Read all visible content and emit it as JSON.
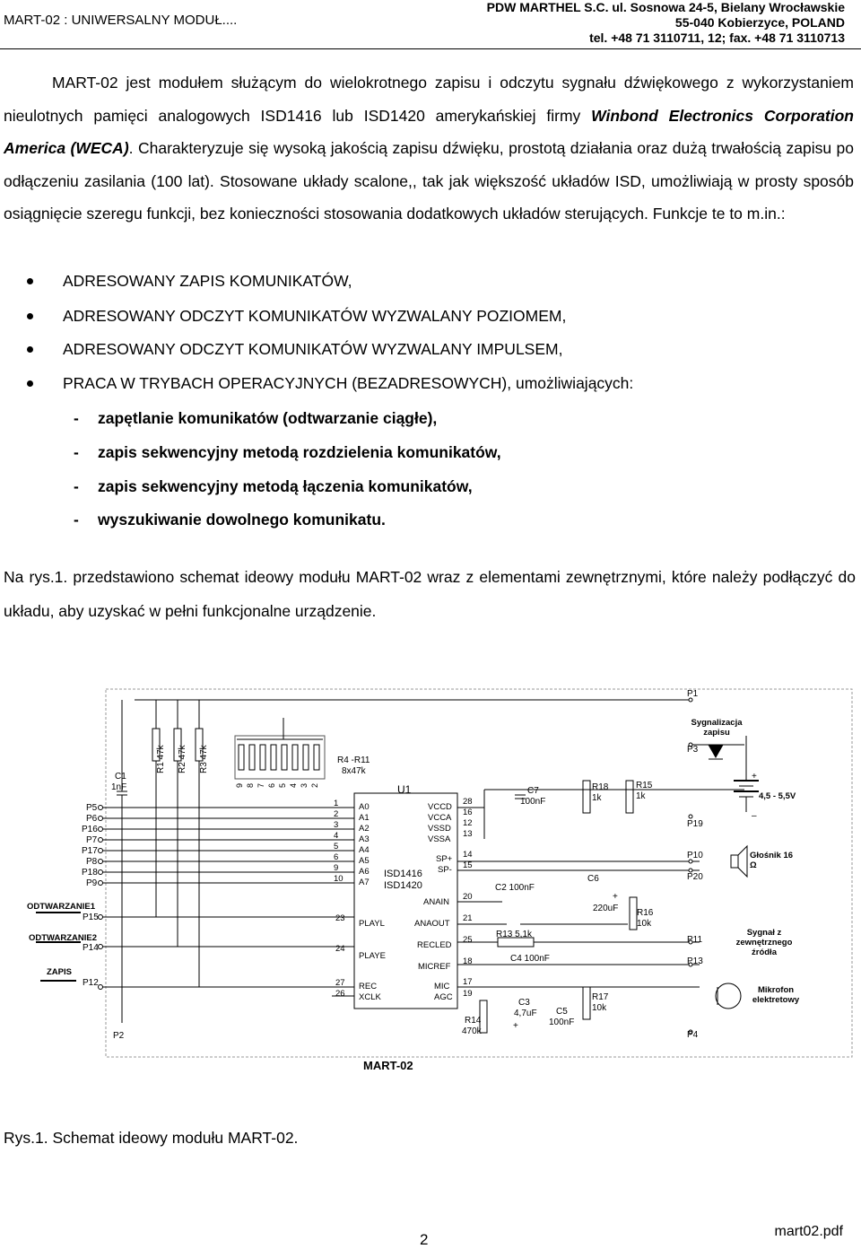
{
  "header": {
    "left": "MART-02 : UNIWERSALNY MODUŁ....",
    "right_line1": "PDW  MARTHEL S.C.  ul. Sosnowa 24-5,  Bielany Wrocławskie",
    "right_line2": "55-040 Kobierzyce, POLAND",
    "right_line3": "tel. +48 71 3110711, 12;  fax. +48 71 3110713"
  },
  "intro": {
    "part1": "MART-02 jest modułem służącym do wielokrotnego zapisu i odczytu sygnału dźwiękowego z wykorzystaniem nieulotnych pamięci analogowych ISD1416 lub ISD1420 amerykańskiej firmy ",
    "company": "Winbond Electronics Corporation America (WECA)",
    "part2": ". Charakteryzuje się wysoką jakością zapisu dźwięku, prostotą działania oraz dużą trwałością zapisu po odłączeniu zasilania (100 lat). Stosowane układy scalone,, tak jak większość układów ISD, umożliwiają w prosty sposób osiągnięcie szeregu funkcji, bez konieczności stosowania dodatkowych układów sterujących. Funkcje te to m.in.:"
  },
  "bullets": [
    "ADRESOWANY ZAPIS KOMUNIKATÓW,",
    "ADRESOWANY ODCZYT KOMUNIKATÓW WYZWALANY POZIOMEM,",
    "ADRESOWANY ODCZYT KOMUNIKATÓW WYZWALANY IMPULSEM,",
    "PRACA W TRYBACH OPERACYJNYCH  (BEZADRESOWYCH), umożliwiających:"
  ],
  "dashes": [
    "zapętlanie komunikatów (odtwarzanie ciągłe),",
    "zapis sekwencyjny metodą rozdzielenia komunikatów,",
    "zapis sekwencyjny metodą łączenia komunikatów,",
    "wyszukiwanie dowolnego komunikatu."
  ],
  "dash_char": "-",
  "figure_intro": "Na rys.1. przedstawiono schemat ideowy modułu MART-02 wraz z elementami zewnętrznymi, które należy podłączyć do układu, aby uzyskać w pełni funkcjonalne urządzenie.",
  "schematic": {
    "module": "MART-02",
    "chip": "U1",
    "chip_names": [
      "ISD1416",
      "ISD1420"
    ],
    "left_pins": [
      "A0",
      "A1",
      "A2",
      "A3",
      "A4",
      "A5",
      "A6",
      "A7"
    ],
    "left_pin_nums": [
      "1",
      "2",
      "3",
      "4",
      "5",
      "6",
      "9",
      "10"
    ],
    "ctrl_pins": [
      "PLAYL",
      "PLAYE",
      "REC",
      "XCLK"
    ],
    "ctrl_pin_nums": [
      "23",
      "24",
      "27",
      "26"
    ],
    "right_pins": [
      "VCCD",
      "VCCA",
      "VSSD",
      "VSSA",
      "SP+",
      "SP-",
      "ANAIN",
      "ANAOUT",
      "RECLED",
      "MICREF",
      "MIC",
      "AGC"
    ],
    "right_pin_nums": [
      "28",
      "16",
      "12",
      "13",
      "14",
      "15",
      "20",
      "21",
      "25",
      "18",
      "17",
      "19"
    ],
    "ports_left": [
      "P5",
      "P6",
      "P16",
      "P7",
      "P17",
      "P8",
      "P18",
      "P9"
    ],
    "buttons": [
      "ODTWARZANIE1",
      "ODTWARZANIE2",
      "ZAPIS"
    ],
    "button_ports": [
      "P15",
      "P14",
      "P12"
    ],
    "p2": "P2",
    "c1": "C1",
    "c1_val": "1nF",
    "r_pullups": [
      "R1  47k",
      "R2  47k",
      "R3  47k"
    ],
    "rnet": "R4 -R11",
    "rnet_val": "8x47k",
    "rnet_nums": [
      "9",
      "8",
      "7",
      "6",
      "5",
      "4",
      "3",
      "2"
    ],
    "c7": "C7",
    "c7_val": "100nF",
    "c2": "C2  100nF",
    "r13": "R13  5,1k",
    "c4": "C4  100nF",
    "r14": "R14",
    "r14_val": "470k",
    "c3": "C3",
    "c3_val": "4,7uF",
    "c5": "C5",
    "c5_val": "100nF",
    "r18": "R18",
    "r18_val": "1k",
    "r15": "R15",
    "r15_val": "1k",
    "c6": "C6",
    "c6_val": "220uF",
    "r16": "R16",
    "r16_val": "10k",
    "r17": "R17",
    "r17_val": "10k",
    "p1": "P1",
    "p3": "P3",
    "p4": "P4",
    "p19": "P19",
    "p10": "P10",
    "p20": "P20",
    "p11": "P11",
    "p13": "P13",
    "sig_led": "Sygnalizacja zapisu",
    "supply": "4,5 - 5,5V",
    "speaker": "Głośnik 16 Ω",
    "ext_sig": "Sygnał z zewnętrznego źródła",
    "mic": "Mikrofon elektretowy",
    "plus": "+",
    "minus": "–"
  },
  "caption": "Rys.1. Schemat ideowy modułu MART-02.",
  "page_number": "2",
  "file_name": "mart02.pdf"
}
